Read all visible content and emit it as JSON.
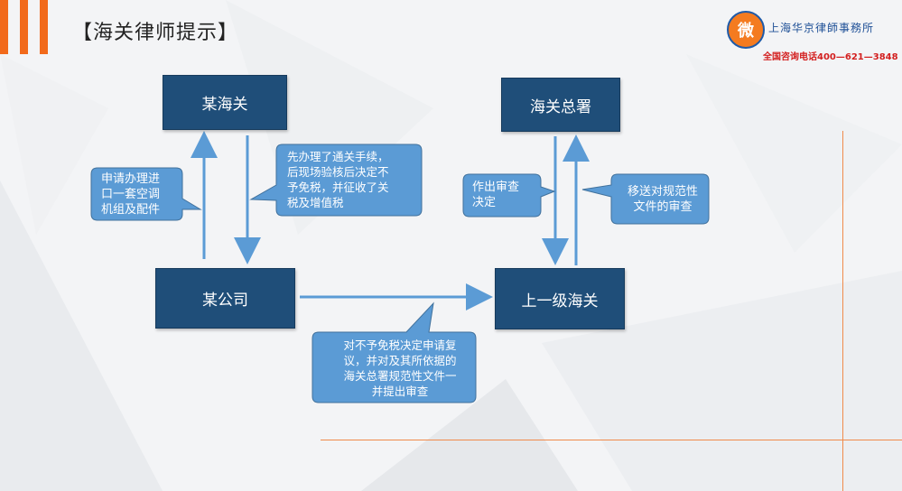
{
  "header": {
    "title": "【海关律师提示】",
    "logo_mark": "微",
    "firm_name": "上海华京律師事務所",
    "hotline": "全国咨询电话400—621—3848"
  },
  "nodes": {
    "customs_a": "某海关",
    "company": "某公司",
    "general_admin": "海关总署",
    "upper_customs": "上一级海关"
  },
  "callouts": {
    "apply_import": [
      "申请办理进",
      "口一套空调",
      "机组及配件"
    ],
    "tax_decision": [
      "先办理了通关手续，",
      "后现场验核后决定不",
      "予免税，并征收了关",
      "税及增值税"
    ],
    "review_request": [
      "对不予免税决定申请复",
      "议，并对及其所依据的",
      "海关总署规范性文件一",
      "并提出审查"
    ],
    "review_decision": [
      "作出审查",
      "决定"
    ],
    "transfer_review": [
      "移送对规范性",
      "文件的审查"
    ]
  }
}
